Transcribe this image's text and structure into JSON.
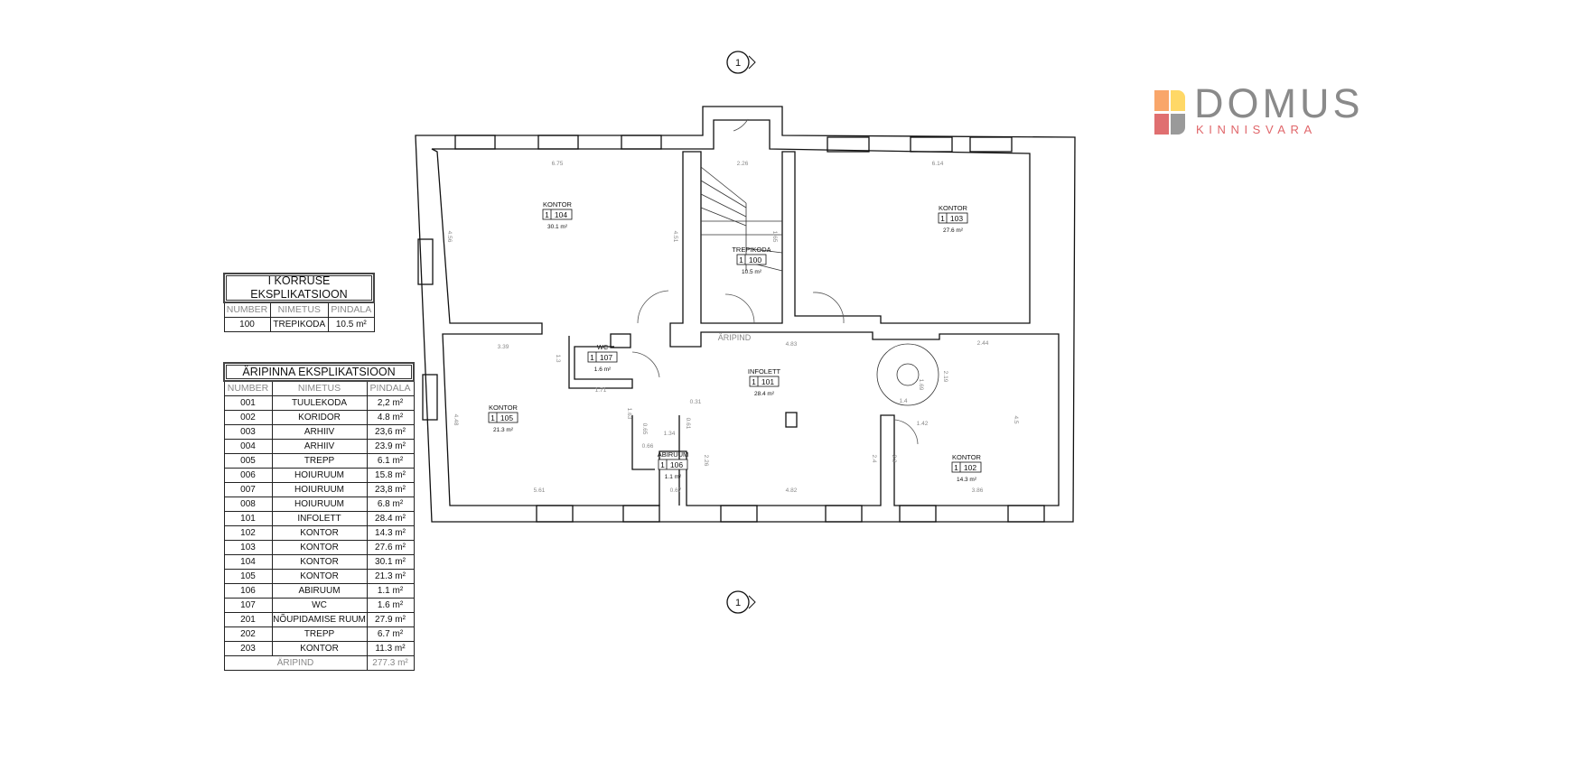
{
  "section_marker": "1",
  "logo": {
    "brand": "DOMUS",
    "sub": "KINNISVARA",
    "colors": [
      "#f9a66a",
      "#ffd866",
      "#e06f70",
      "#9a9a9a"
    ]
  },
  "table_floor": {
    "title": "I KORRUSE EKSPLIKATSIOON",
    "headers": [
      "NUMBER",
      "NIMETUS",
      "PINDALA"
    ],
    "rows": [
      [
        "100",
        "TREPIKODA",
        "10.5 m²"
      ]
    ]
  },
  "table_business": {
    "title": "ÄRIPINNA EKSPLIKATSIOON",
    "headers": [
      "NUMBER",
      "NIMETUS",
      "PINDALA"
    ],
    "rows": [
      [
        "001",
        "TUULEKODA",
        "2,2 m²"
      ],
      [
        "002",
        "KORIDOR",
        "4.8 m²"
      ],
      [
        "003",
        "ARHIIV",
        "23,6 m²"
      ],
      [
        "004",
        "ARHIIV",
        "23.9 m²"
      ],
      [
        "005",
        "TREPP",
        "6.1 m²"
      ],
      [
        "006",
        "HOIURUUM",
        "15.8 m²"
      ],
      [
        "007",
        "HOIURUUM",
        "23,8 m²"
      ],
      [
        "008",
        "HOIURUUM",
        "6.8 m²"
      ],
      [
        "101",
        "INFOLETT",
        "28.4 m²"
      ],
      [
        "102",
        "KONTOR",
        "14.3 m²"
      ],
      [
        "103",
        "KONTOR",
        "27.6 m²"
      ],
      [
        "104",
        "KONTOR",
        "30.1 m²"
      ],
      [
        "105",
        "KONTOR",
        "21.3 m²"
      ],
      [
        "106",
        "ABIRUUM",
        "1.1 m²"
      ],
      [
        "107",
        "WC",
        "1.6 m²"
      ],
      [
        "201",
        "NÕUPIDAMISE RUUM",
        "27.9 m²"
      ],
      [
        "202",
        "TREPP",
        "6.7 m²"
      ],
      [
        "203",
        "KONTOR",
        "11.3 m²"
      ]
    ],
    "total_label": "ÄRIPIND",
    "total_value": "277.3 m²"
  },
  "plan": {
    "area_label": "ÄRIPIND",
    "rooms": [
      {
        "name": "KONTOR",
        "floor": "1",
        "number": "104",
        "area": "30.1 m²"
      },
      {
        "name": "TREPIKODA",
        "floor": "1",
        "number": "100",
        "area": "10.5 m²"
      },
      {
        "name": "KONTOR",
        "floor": "1",
        "number": "103",
        "area": "27.6 m²"
      },
      {
        "name": "WC",
        "floor": "1",
        "number": "107",
        "area": "1.6 m²"
      },
      {
        "name": "KONTOR",
        "floor": "1",
        "number": "105",
        "area": "21.3 m²"
      },
      {
        "name": "INFOLETT",
        "floor": "1",
        "number": "101",
        "area": "28.4 m²"
      },
      {
        "name": "ABIRUUM",
        "floor": "1",
        "number": "106",
        "area": "1.1 m²"
      },
      {
        "name": "KONTOR",
        "floor": "1",
        "number": "102",
        "area": "14.3 m²"
      }
    ],
    "dims": [
      "6.75",
      "2.26",
      "6.14",
      "4.56",
      "4.51",
      "1.65",
      "4.48",
      "3.39",
      "1.3",
      "1.71",
      "1.63",
      "0.65",
      "1.34",
      "0.61",
      "0.31",
      "0.66",
      "0.67",
      "2.26",
      "5.61",
      "4.82",
      "4.83",
      "2.44",
      "2.19",
      "1.4",
      "1.42",
      "2.4",
      "2.3",
      "4.5",
      "3.86",
      "1.69"
    ]
  }
}
